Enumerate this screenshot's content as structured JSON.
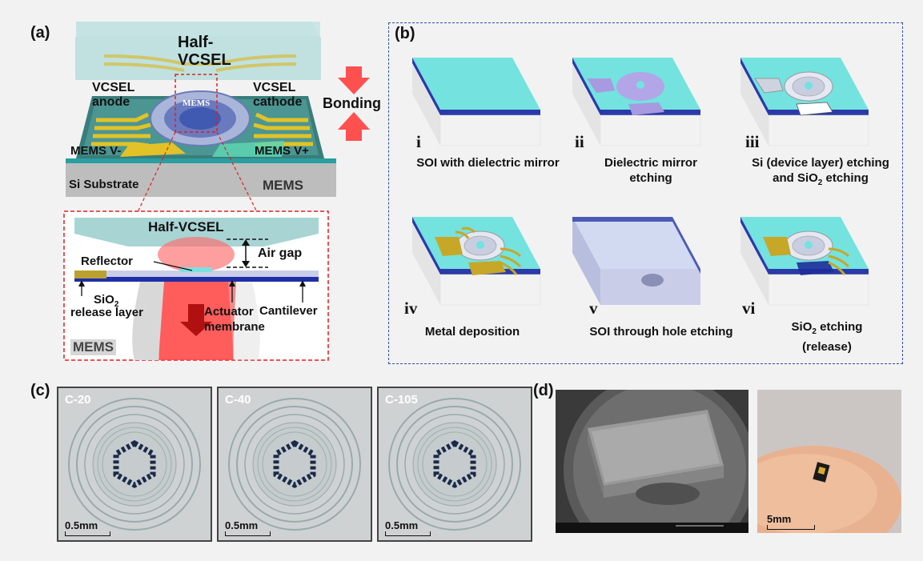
{
  "panels": {
    "a": "(a)",
    "b": "(b)",
    "c": "(c)",
    "d": "(d)"
  },
  "panel_a": {
    "half_vcsel_top": "Half-\nVCSEL",
    "vcsel_anode": "VCSEL\nanode",
    "vcsel_cathode": "VCSEL\ncathode",
    "mems_center": "MEMS",
    "mems_v_minus": "MEMS V-",
    "mems_v_plus": "MEMS V+",
    "si_substrate": "Si Substrate",
    "mems_block": "MEMS",
    "bonding": "Bonding",
    "zoom_half_vcsel": "Half-VCSEL",
    "air_gap": "Air gap",
    "reflector": "Reflector",
    "sio2": "SiO",
    "sio2_sub": "2",
    "release_layer": "release layer",
    "cantilever": "Cantilever",
    "actuator": "Actuator\nmembrane",
    "mems_zoom": "MEMS"
  },
  "panel_b": {
    "steps": [
      {
        "num": "i",
        "caption": "SOI with dielectric mirror"
      },
      {
        "num": "ii",
        "caption": "Dielectric mirror\netching"
      },
      {
        "num": "iii",
        "caption_pre": "Si (device layer) etching\nand SiO",
        "caption_sub": "2",
        "caption_post": " etching"
      },
      {
        "num": "iv",
        "caption": "Metal deposition"
      },
      {
        "num": "v",
        "caption": "SOI through hole etching"
      },
      {
        "num": "vi",
        "caption_pre": "SiO",
        "caption_sub": "2",
        "caption_post": " etching\n(release)"
      }
    ]
  },
  "panel_c": {
    "chips": [
      {
        "tag": "C-20",
        "scale": "0.5mm"
      },
      {
        "tag": "C-40",
        "scale": "0.5mm"
      },
      {
        "tag": "C-105",
        "scale": "0.5mm"
      }
    ]
  },
  "panel_d": {
    "photo_scale": "5mm"
  },
  "colors": {
    "cyan": "#7ee8e4",
    "teal": "#3d8a87",
    "gold": "#e2c227",
    "dashed_red": "#e02020",
    "dashed_blue": "#2f4bb0",
    "beam_red": "#ff3030"
  }
}
